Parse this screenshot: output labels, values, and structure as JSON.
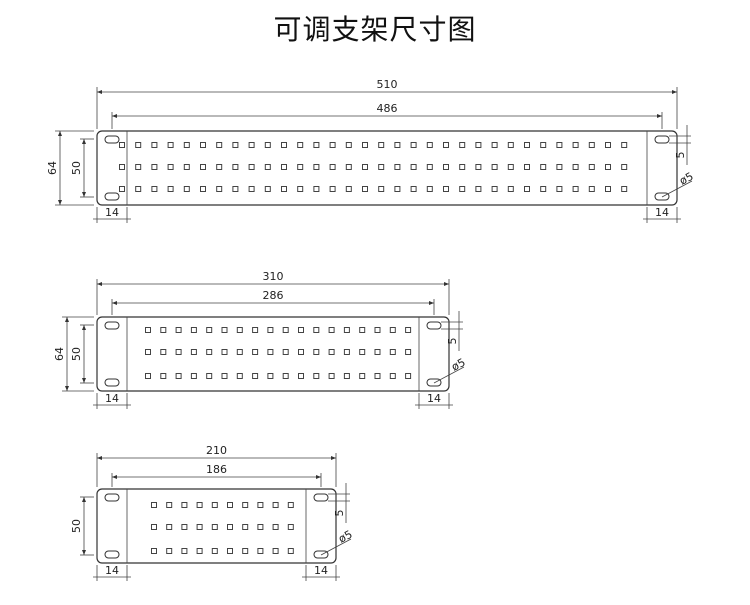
{
  "title": "可调支架尺寸图",
  "brackets": [
    {
      "overall_width": "510",
      "inner_width": "486",
      "overall_height": "64",
      "inner_height": "50",
      "ear_width": "14",
      "hole_spacing": "5",
      "hole_diameter": "ø5",
      "columns": 32,
      "rows": 3
    },
    {
      "overall_width": "310",
      "inner_width": "286",
      "overall_height": "64",
      "inner_height": "50",
      "ear_width": "14",
      "hole_spacing": "5",
      "hole_diameter": "ø5",
      "columns": 18,
      "rows": 3
    },
    {
      "overall_width": "210",
      "inner_width": "186",
      "overall_height": "",
      "inner_height": "50",
      "ear_width": "14",
      "hole_spacing": "5",
      "hole_diameter": "ø5",
      "columns": 10,
      "rows": 3
    }
  ]
}
